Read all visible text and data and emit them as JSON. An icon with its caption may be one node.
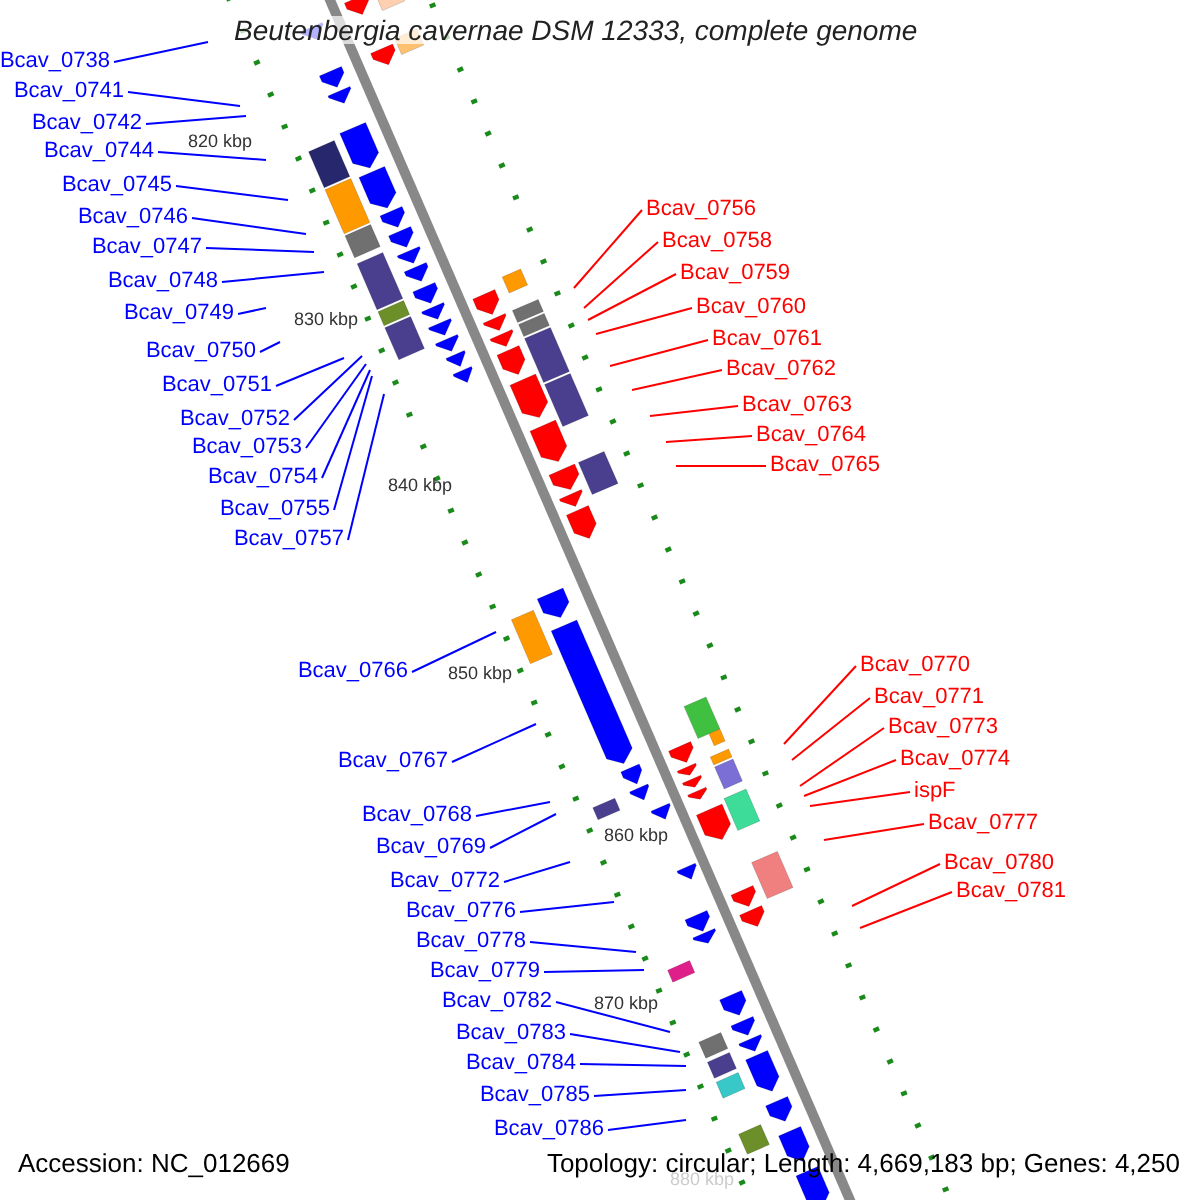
{
  "diagram": {
    "title": "Beutenbergia cavernae DSM 12333, complete genome",
    "nodes": [
      {
        "text": [
          "Bcav_0738"
        ]
      },
      {
        "text": [
          "Bcav_0741"
        ]
      },
      {
        "text": [
          "Bcav_0742"
        ]
      },
      {
        "text": [
          "Bcav_0744"
        ]
      },
      {
        "text": [
          "Bcav_0745"
        ]
      },
      {
        "text": [
          "Bcav_0746"
        ]
      },
      {
        "text": [
          "Bcav_0747"
        ]
      },
      {
        "text": [
          "Bcav_0748"
        ]
      },
      {
        "text": [
          "Bcav_0749"
        ]
      },
      {
        "text": [
          "Bcav_0750"
        ]
      },
      {
        "text": [
          "Bcav_0751"
        ]
      },
      {
        "text": [
          "Bcav_0752"
        ]
      },
      {
        "text": [
          "Bcav_0753"
        ]
      },
      {
        "text": [
          "Bcav_0754"
        ]
      },
      {
        "text": [
          "Bcav_0755"
        ]
      },
      {
        "text": [
          "Bcav_0757"
        ]
      },
      {
        "text": [
          "Bcav_0756"
        ]
      },
      {
        "text": [
          "Bcav_0758"
        ]
      },
      {
        "text": [
          "Bcav_0759"
        ]
      },
      {
        "text": [
          "Bcav_0760"
        ]
      },
      {
        "text": [
          "Bcav_0761"
        ]
      },
      {
        "text": [
          "Bcav_0762"
        ]
      },
      {
        "text": [
          "Bcav_0763"
        ]
      },
      {
        "text": [
          "Bcav_0764"
        ]
      },
      {
        "text": [
          "Bcav_0765"
        ]
      },
      {
        "text": [
          "Bcav_0766"
        ]
      },
      {
        "text": [
          "Bcav_0767"
        ]
      },
      {
        "text": [
          "Bcav_0768"
        ]
      },
      {
        "text": [
          "Bcav_0769"
        ]
      },
      {
        "text": [
          "Bcav_0772"
        ]
      },
      {
        "text": [
          "Bcav_0776"
        ]
      },
      {
        "text": [
          "Bcav_0778"
        ]
      },
      {
        "text": [
          "Bcav_0779"
        ]
      },
      {
        "text": [
          "Bcav_0782"
        ]
      },
      {
        "text": [
          "Bcav_0783"
        ]
      },
      {
        "text": [
          "Bcav_0784"
        ]
      },
      {
        "text": [
          "Bcav_0785"
        ]
      },
      {
        "text": [
          "Bcav_0786"
        ]
      },
      {
        "text": [
          "Bcav_0770"
        ]
      },
      {
        "text": [
          "Bcav_0771"
        ]
      },
      {
        "text": [
          "Bcav_0773"
        ]
      },
      {
        "text": [
          "Bcav_0774"
        ]
      },
      {
        "text": [
          "ispF"
        ]
      },
      {
        "text": [
          "Bcav_0777"
        ]
      },
      {
        "text": [
          "Bcav_0780"
        ]
      },
      {
        "text": [
          "Bcav_0781"
        ]
      }
    ],
    "edges": [
      {
        "from": 0,
        "to": null,
        "arrow": "none"
      },
      {
        "from": 1,
        "to": null,
        "arrow": "none"
      },
      {
        "from": 2,
        "to": null,
        "arrow": "none"
      },
      {
        "from": 3,
        "to": null,
        "arrow": "none"
      },
      {
        "from": 4,
        "to": null,
        "arrow": "none"
      },
      {
        "from": 5,
        "to": null,
        "arrow": "none"
      },
      {
        "from": 6,
        "to": null,
        "arrow": "none"
      },
      {
        "from": 7,
        "to": null,
        "arrow": "none"
      },
      {
        "from": 8,
        "to": null,
        "arrow": "none"
      },
      {
        "from": 9,
        "to": null,
        "arrow": "none"
      },
      {
        "from": 10,
        "to": null,
        "arrow": "none"
      },
      {
        "from": 11,
        "to": null,
        "arrow": "none"
      },
      {
        "from": 12,
        "to": null,
        "arrow": "none"
      },
      {
        "from": 13,
        "to": null,
        "arrow": "none"
      },
      {
        "from": 14,
        "to": null,
        "arrow": "none"
      },
      {
        "from": 15,
        "to": null,
        "arrow": "none"
      },
      {
        "from": 16,
        "to": null,
        "arrow": "none",
        "color": "#ff0000"
      },
      {
        "from": 17,
        "to": null,
        "arrow": "none",
        "color": "#ff0000"
      },
      {
        "from": 18,
        "to": null,
        "arrow": "none",
        "color": "#ff0000"
      },
      {
        "from": 19,
        "to": null,
        "arrow": "none",
        "color": "#ff0000"
      },
      {
        "from": 20,
        "to": null,
        "arrow": "none",
        "color": "#ff0000"
      },
      {
        "from": 21,
        "to": null,
        "arrow": "none",
        "color": "#ff0000"
      },
      {
        "from": 22,
        "to": null,
        "arrow": "none",
        "color": "#ff0000"
      },
      {
        "from": 23,
        "to": null,
        "arrow": "none",
        "color": "#ff0000"
      },
      {
        "from": 24,
        "to": null,
        "arrow": "none",
        "color": "#ff0000"
      },
      {
        "from": 25,
        "to": null,
        "arrow": "none"
      },
      {
        "from": 26,
        "to": null,
        "arrow": "none"
      },
      {
        "from": 27,
        "to": null,
        "arrow": "none"
      },
      {
        "from": 28,
        "to": null,
        "arrow": "none"
      },
      {
        "from": 29,
        "to": null,
        "arrow": "none"
      },
      {
        "from": 30,
        "to": null,
        "arrow": "none"
      },
      {
        "from": 31,
        "to": null,
        "arrow": "none"
      },
      {
        "from": 32,
        "to": null,
        "arrow": "none"
      },
      {
        "from": 33,
        "to": null,
        "arrow": "none"
      },
      {
        "from": 34,
        "to": null,
        "arrow": "none"
      },
      {
        "from": 35,
        "to": null,
        "arrow": "none"
      },
      {
        "from": 36,
        "to": null,
        "arrow": "none"
      },
      {
        "from": 37,
        "to": null,
        "arrow": "none"
      },
      {
        "from": 38,
        "to": null,
        "arrow": "none",
        "color": "#ff0000"
      },
      {
        "from": 39,
        "to": null,
        "arrow": "none",
        "color": "#ff0000"
      },
      {
        "from": 40,
        "to": null,
        "arrow": "none",
        "color": "#ff0000"
      },
      {
        "from": 41,
        "to": null,
        "arrow": "none",
        "color": "#ff0000"
      },
      {
        "from": 42,
        "to": null,
        "arrow": "none",
        "color": "#ff0000"
      },
      {
        "from": 43,
        "to": null,
        "arrow": "none",
        "color": "#ff0000"
      },
      {
        "from": 44,
        "to": null,
        "arrow": "none",
        "color": "#ff0000"
      },
      {
        "from": 45,
        "to": null,
        "arrow": "none",
        "color": "#ff0000"
      }
    ],
    "labels": [
      "820 kbp",
      "830 kbp",
      "840 kbp",
      "850 kbp",
      "860 kbp",
      "870 kbp",
      "880 kbp",
      "Accession: NC_012669",
      "Topology: circular; Length: 4,669,183 bp; Genes: 4,250"
    ]
  }
}
